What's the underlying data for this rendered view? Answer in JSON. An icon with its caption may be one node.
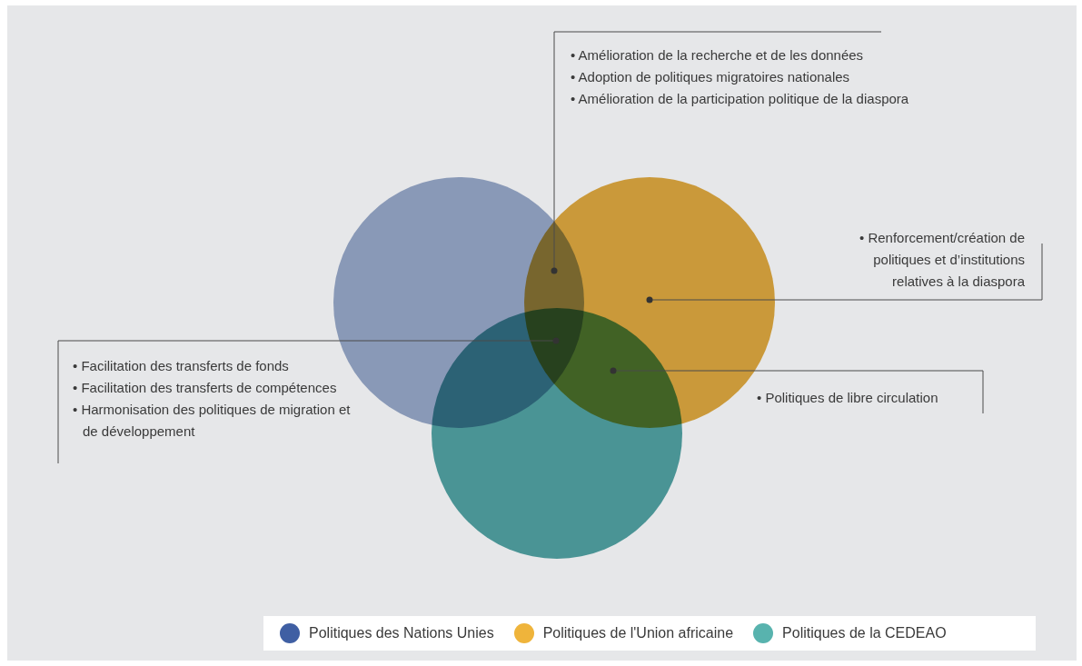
{
  "diagram": {
    "nodes": [
      {
        "text": [],
        "shape": "circle"
      },
      {
        "text": [],
        "shape": "circle"
      },
      {
        "text": [],
        "shape": "circle"
      },
      {
        "text": [
          "• Amélioration de la recherche et de les données",
          "• Adoption de politiques migratoires nationales",
          "• Amélioration de la participation politique de la diaspora"
        ]
      },
      {
        "text": [
          "• Renforcement/création de politiques et d’institutions relatives à la diaspora"
        ]
      },
      {
        "text": [
          "• Politiques de libre circulation"
        ]
      },
      {
        "text": [
          "• Facilitation des transferts de fonds",
          "• Facilitation des transferts de compétences",
          "• Harmonisation des politiques de migration et de développement"
        ]
      }
    ],
    "edges": [
      {
        "from": 3,
        "to": 0,
        "arrow": "other"
      },
      {
        "from": 4,
        "to": 1,
        "arrow": "other"
      },
      {
        "from": 5,
        "to": 1,
        "arrow": "other"
      },
      {
        "from": 6,
        "to": 0,
        "arrow": "other"
      }
    ],
    "legend": [
      {
        "text": "Politiques des Nations Unies",
        "color": "#3f5fa3"
      },
      {
        "text": "Politiques de l'Union africaine",
        "color": "#efb43b"
      },
      {
        "text": "Politiques de la CEDEAO",
        "color": "#58b3ae"
      }
    ]
  }
}
